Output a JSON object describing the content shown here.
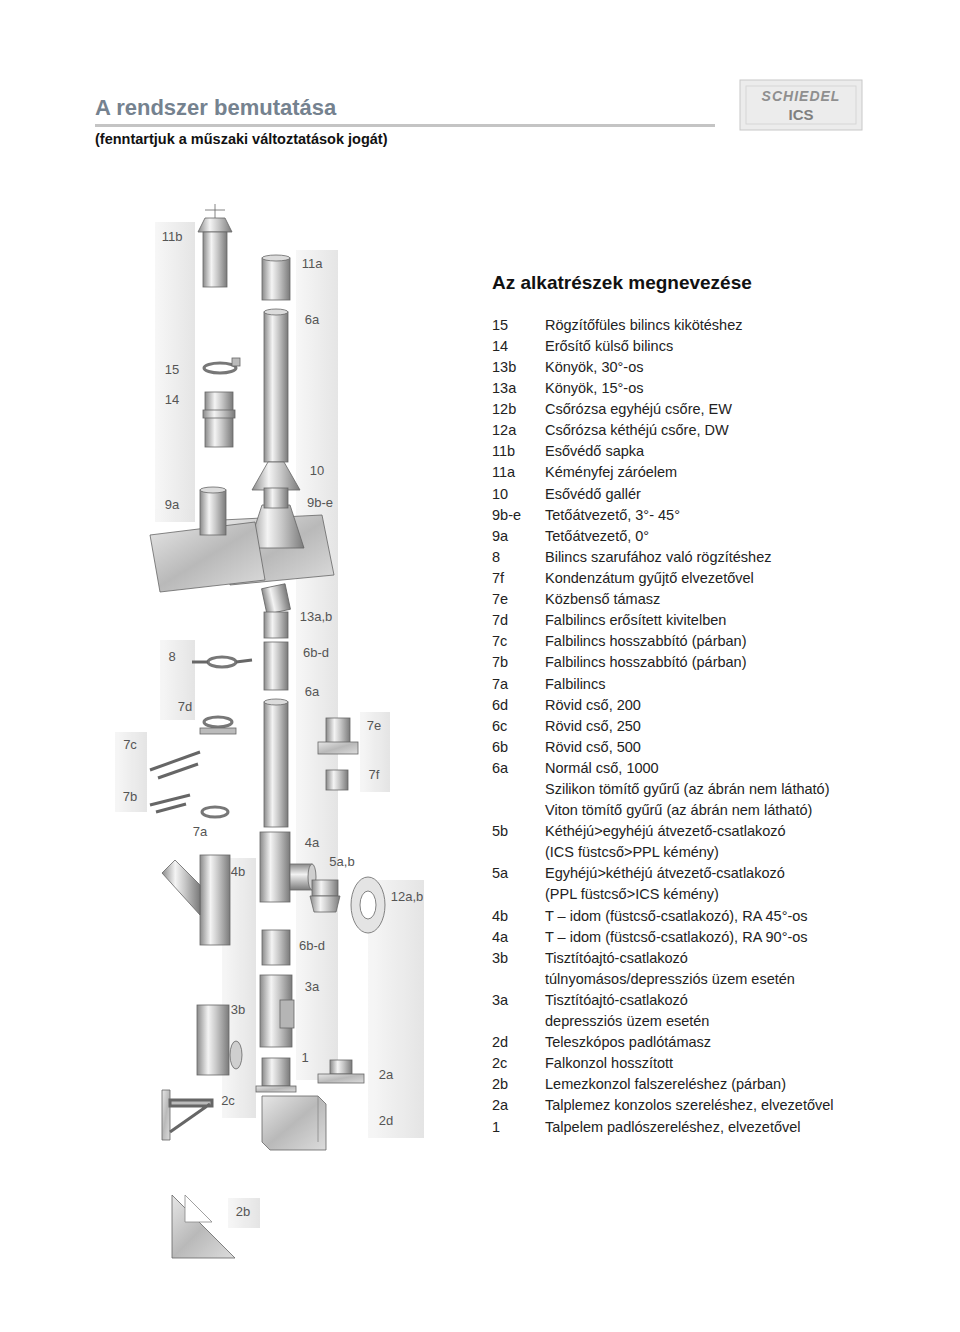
{
  "diagram": {
    "title": "A rendszer bemutatása",
    "labels": [
      "(fenntartjuk a műszaki változtatások jogát)",
      "SCHIEDEL",
      "ICS",
      "Az alkatrészek megnevezése",
      "11b",
      "11a",
      "6a",
      "15",
      "14",
      "10",
      "9a",
      "9b-e",
      "13a,b",
      "8",
      "6b-d",
      "6a",
      "7d",
      "7e",
      "7c",
      "7f",
      "7b",
      "7a",
      "4a",
      "4b",
      "5a,b",
      "12a,b",
      "6b-d",
      "3a",
      "3b",
      "1",
      "2a",
      "2c",
      "2d",
      "2b",
      "15",
      "Rögzítőfüles bilincs kikötéshez",
      "14",
      "Erősítő külső bilincs",
      "13b",
      "Könyök, 30°-os",
      "13a",
      "Könyök, 15°-os",
      "12b",
      "Csőrózsa egyhéjú csőre, EW",
      "12a",
      "Csőrózsa kéthéjú csőre, DW",
      "11b",
      "Esővédő sapka",
      "11a",
      "Kéményfej záróelem",
      "10",
      "Esővédő gallér",
      "9b-e",
      "Tetőátvezető, 3°- 45°",
      "9a",
      "Tetőátvezető, 0°",
      "8",
      "Bilincs szarufához való rögzítéshez",
      "7f",
      "Kondenzátum gyűjtő elvezetővel",
      "7e",
      "Közbenső támasz",
      "7d",
      "Falbilincs erősített kivitelben",
      "7c",
      "Falbilincs hosszabbító (párban)",
      "7b",
      "Falbilincs hosszabbító (párban)",
      "7a",
      "Falbilincs",
      "6d",
      "Rövid cső, 200",
      "6c",
      "Rövid cső, 250",
      "6b",
      "Rövid cső, 500",
      "6a",
      "Normál cső, 1000",
      "Szilikon tömítő gyűrű (az ábrán nem látható)",
      "Viton tömítő gyűrű (az ábrán nem látható)",
      "5b",
      "Kéthéjú>egyhéjú átvezető-csatlakozó",
      "(ICS füstcső>PPL kémény)",
      "5a",
      "Egyhéjú>kéthéjú átvezető-csatlakozó",
      "(PPL füstcső>ICS kémény)",
      "4b",
      "T – idom (füstcső-csatlakozó), RA 45°-os",
      "4a",
      "T – idom (füstcső-csatlakozó), RA 90°-os",
      "3b",
      "Tisztítóajtó-csatlakozó",
      "túlnyomásos/depressziós üzem esetén",
      "3a",
      "Tisztítóajtó-csatlakozó",
      "depressziós üzem esetén",
      "2d",
      "Teleszkópos padlótámasz",
      "2c",
      "Falkonzol hosszított",
      "2b",
      "Lemezkonzol falszereléshez (párban)",
      "2a",
      "Talplemez konzolos szereléshez, elvezetővel",
      "1",
      "Talpelem padlószereléshez, elvezetővel"
    ]
  }
}
